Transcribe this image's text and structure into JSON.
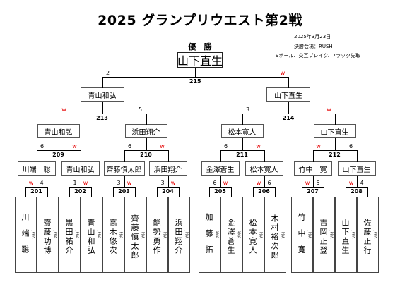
{
  "header": {
    "title": "2025 グランプリウエスト第2戦",
    "date": "2025年3月23日",
    "venue": "決勝会場：RUSH",
    "rules": "9ボール、交互ブレイク、7ラック先取"
  },
  "final": {
    "champion_label": "優　勝",
    "champion": "山下直生",
    "match_no": "215",
    "score_left": "2",
    "score_right": "w"
  },
  "semifinals": [
    {
      "match_no": "213",
      "winner": "青山和弘",
      "score_left": "w",
      "score_right": "5"
    },
    {
      "match_no": "214",
      "winner": "山下直生",
      "score_left": "3",
      "score_right": "w"
    }
  ],
  "quarterfinals": [
    {
      "match_no": "209",
      "winner": "青山和弘",
      "score_left": "6",
      "score_right": "w"
    },
    {
      "match_no": "210",
      "winner": "浜田翔介",
      "score_left": "6",
      "score_right": "w"
    },
    {
      "match_no": "211",
      "winner": "松本寛人",
      "score_left": "6",
      "score_right": "w"
    },
    {
      "match_no": "212",
      "winner": "山下直生",
      "score_left": "w",
      "score_right": "6"
    }
  ],
  "round2": [
    {
      "match_no": "201",
      "winner": "川端　聡",
      "score_left": "w",
      "score_right": "4"
    },
    {
      "match_no": "202",
      "winner": "青山和弘",
      "score_left": "1",
      "score_right": "w"
    },
    {
      "match_no": "203",
      "winner": "齊藤慎太郎",
      "score_left": "3",
      "score_right": "w"
    },
    {
      "match_no": "204",
      "winner": "浜田翔介",
      "score_left": "3",
      "score_right": "w"
    },
    {
      "match_no": "205",
      "winner": "金澤蒼生",
      "score_left": "6",
      "score_right": "w"
    },
    {
      "match_no": "206",
      "winner": "松本寛人",
      "score_left": "w",
      "score_right": "6"
    },
    {
      "match_no": "207",
      "winner": "竹中　寛",
      "score_left": "w",
      "score_right": "5"
    },
    {
      "match_no": "208",
      "winner": "山下直生",
      "score_left": "w",
      "score_right": "4"
    }
  ],
  "players": [
    {
      "name": "川端聡",
      "assoc": "JPBA"
    },
    {
      "name": "齋藤功博",
      "assoc": "JPBA"
    },
    {
      "name": "黒田祐介",
      "assoc": "JPBA"
    },
    {
      "name": "青山和弘",
      "assoc": "JPBA"
    },
    {
      "name": "高木悠次",
      "assoc": "JPBA"
    },
    {
      "name": "齊藤慎太郎",
      "assoc": "JPBA"
    },
    {
      "name": "能勢勇作",
      "assoc": "JPBA"
    },
    {
      "name": "浜田翔介",
      "assoc": "JPBA"
    },
    {
      "name": "加藤拓",
      "assoc": "AMA"
    },
    {
      "name": "金澤蒼生",
      "assoc": "AMA"
    },
    {
      "name": "松本寛人",
      "assoc": "JPBA"
    },
    {
      "name": "木村裕次郎",
      "assoc": "JPBA"
    },
    {
      "name": "竹中寛",
      "assoc": "JPBA"
    },
    {
      "name": "吉岡正登",
      "assoc": "JPBA"
    },
    {
      "name": "山下直生",
      "assoc": "JPBA"
    },
    {
      "name": "佐藤正行",
      "assoc": "JPBA"
    }
  ],
  "colors": {
    "win_mark": "#e60000",
    "line": "#000000"
  }
}
